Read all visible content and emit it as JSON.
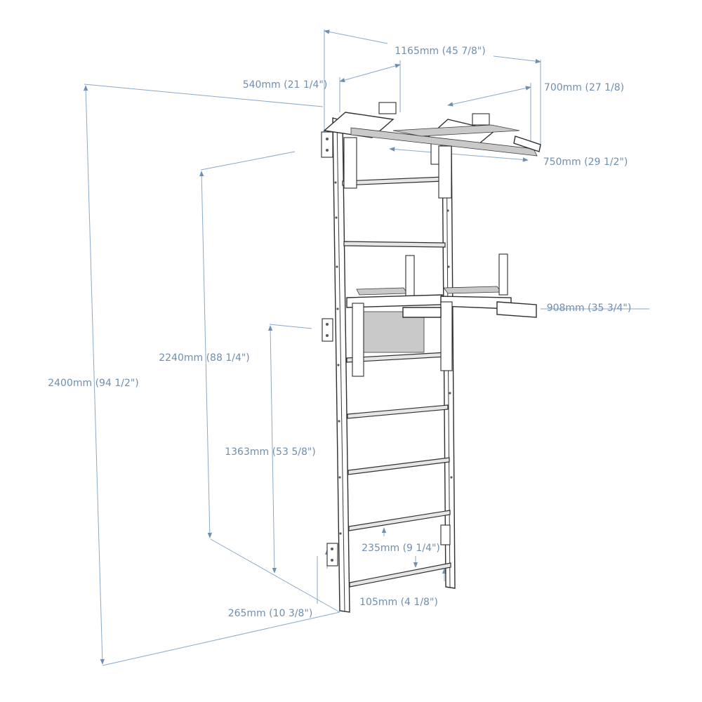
{
  "dimensions": {
    "total_depth": "1165mm (45 7/8\")",
    "bracket_depth": "540mm (21 1/4\")",
    "pullup_width": "700mm (27 1/8)",
    "bar_spacing": "750mm (29 1/2\")",
    "dip_width": "908mm (35 3/4\")",
    "total_height": "2400mm (94 1/2\")",
    "pullup_height": "2240mm (88 1/4\")",
    "dip_height": "1363mm (53 5/8\")",
    "rung_spacing": "235mm (9 1/4\")",
    "bottom_rung": "105mm (4 1/8\")",
    "bracket_height": "265mm (10 3/8\")"
  }
}
